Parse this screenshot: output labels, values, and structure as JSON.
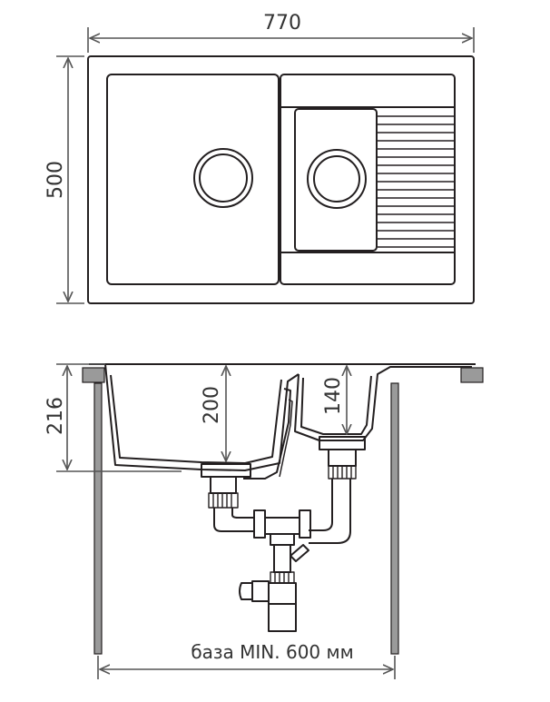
{
  "dimensions": {
    "width": "770",
    "depth": "500",
    "total_height": "216",
    "main_bowl_depth": "200",
    "small_bowl_depth": "140",
    "cabinet_base": "база MIN. 600 мм"
  },
  "colors": {
    "line": "#231f20",
    "dimension": "#555555",
    "hatch_fill": "#9a9a9a",
    "background": "#ffffff"
  }
}
